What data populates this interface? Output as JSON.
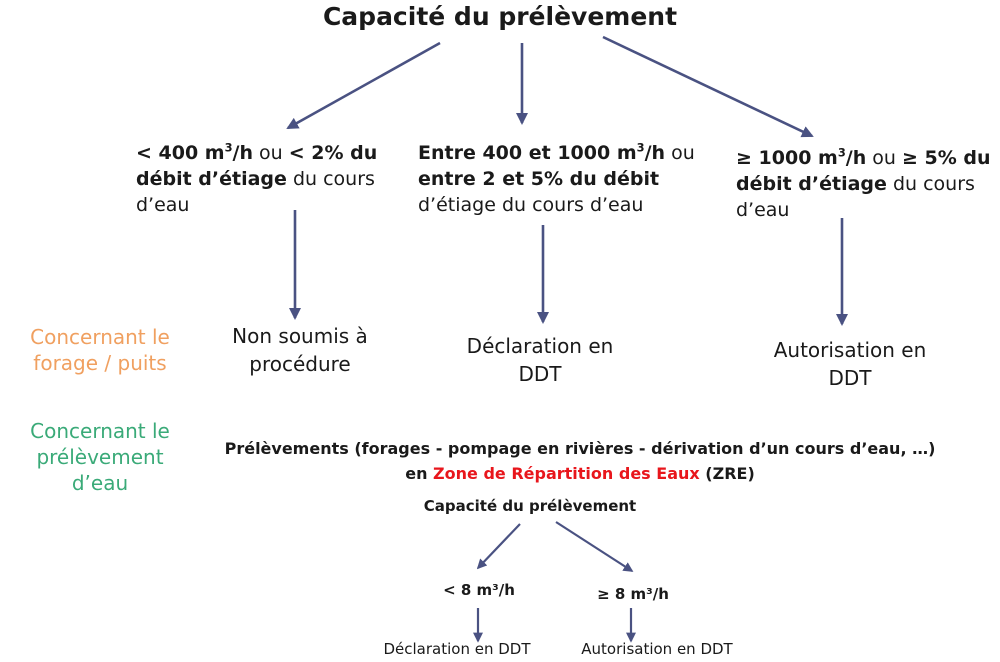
{
  "main": {
    "title": "Capacité du prélèvement",
    "conditions": [
      {
        "line1_bold_a": "< 400 m",
        "sup": "3",
        "line1_bold_b": "/h",
        "line1_sep": " ou ",
        "line1_bold_c": "< 2% du",
        "line2_bold": "débit d’étiage",
        "line2_rest": " du cours",
        "line3": "d’eau"
      },
      {
        "line1_bold_a": "Entre 400 et 1000 m",
        "sup": "3",
        "line1_bold_b": "/h",
        "line1_sep": " ou",
        "line2_bold": "entre 2 et 5% du débit",
        "line3": "d’étiage du cours d’eau"
      },
      {
        "line1_bold_a": "≥ 1000 m",
        "sup": "3",
        "line1_bold_b": "/h",
        "line1_sep": " ou ",
        "line1_bold_c": "≥ 5% du",
        "line2_bold": "débit d’étiage",
        "line2_rest": " du cours",
        "line3": "d’eau"
      }
    ],
    "results": [
      {
        "line1": "Non soumis à",
        "line2": "procédure"
      },
      {
        "line1": "Déclaration en",
        "line2": "DDT"
      },
      {
        "line1": "Autorisation en",
        "line2": "DDT"
      }
    ]
  },
  "side_labels": {
    "forage": {
      "line1": "Concernant le",
      "line2": "forage / puits"
    },
    "prelevement": {
      "line1": "Concernant le",
      "line2": "prélèvement",
      "line3": "d’eau"
    }
  },
  "zre": {
    "line1": "Prélèvements (forages - pompage en rivières - dérivation d’un cours d’eau, …)",
    "line2_a": "en ",
    "line2_red": "Zone de Répartition des Eaux",
    "line2_b": " (ZRE)",
    "title": "Capacité du prélèvement",
    "conditions": [
      "< 8 m³/h",
      "≥ 8 m³/h"
    ],
    "results": [
      "Déclaration en DDT",
      "Autorisation en DDT"
    ]
  },
  "colors": {
    "arrow": "#4a5282",
    "forage_label": "#f0a060",
    "prelevement_label": "#3aaa78",
    "zre_highlight": "#e8161c"
  }
}
